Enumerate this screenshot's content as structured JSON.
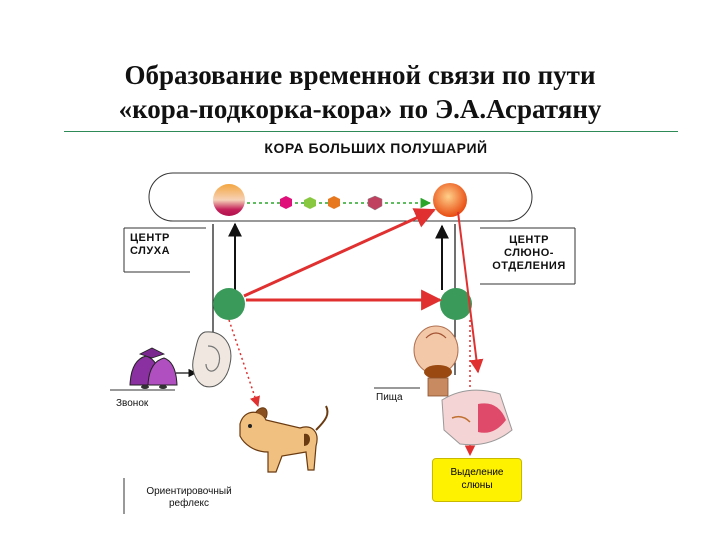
{
  "title": {
    "line1": "Образование временной связи по пути",
    "line2": "«кора-подкорка-кора» по Э.А.Асратяну"
  },
  "diagram": {
    "cortex_label": "КОРА БОЛЬШИХ ПОЛУШАРИЙ",
    "hearing_center": {
      "line1": "ЦЕНТР",
      "line2": "СЛУХА"
    },
    "salivation_center": {
      "line1": "ЦЕНТР",
      "line2": "СЛЮНО-",
      "line3": "ОТДЕЛЕНИЯ"
    },
    "bell_label": "Звонок",
    "food_label": "Пища",
    "reflex_label": {
      "line1": "Ориентировочный",
      "line2": "рефлекс"
    },
    "saliva_label": {
      "line1": "Выделение",
      "line2": "слюны"
    }
  },
  "colors": {
    "arrow_red": "#e03030",
    "green_node": "#3a9a5a",
    "yellow_box": "#fff200",
    "rule": "#2e8b57"
  },
  "icons": [
    "bell-icon",
    "ear-icon",
    "tongue-icon",
    "dog-icon",
    "saliva-gland-icon"
  ]
}
